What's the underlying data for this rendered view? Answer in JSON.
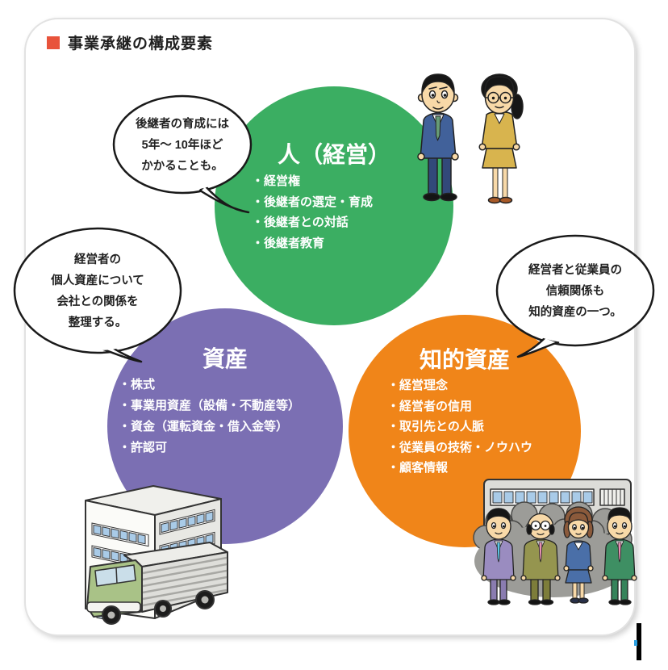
{
  "header": {
    "title": "事業承継の構成要素"
  },
  "colors": {
    "title_bullet": "#e8533b",
    "circle_green": "#3bae62",
    "circle_purple": "#7b6fb3",
    "circle_orange": "#f08519",
    "circle_text": "#ffffff",
    "bubble_border": "#1a1a1a",
    "bubble_text": "#222222"
  },
  "circles": [
    {
      "name": "people-management",
      "heading": "人（経営）",
      "items": [
        "・経営権",
        "・後継者の選定・育成",
        "・後継者との対話",
        "・後継者教育"
      ]
    },
    {
      "name": "assets",
      "heading": "資産",
      "items": [
        "・株式",
        "・事業用資産（設備・不動産等）",
        "・資金（運転資金・借入金等）",
        "・許認可"
      ]
    },
    {
      "name": "intellectual-assets",
      "heading": "知的資産",
      "items": [
        "・経営理念",
        "・経営者の信用",
        "・取引先との人脈",
        "・従業員の技術・ノウハウ",
        "・顧客情報"
      ]
    }
  ],
  "speech_bubbles": [
    {
      "lines": [
        "後継者の育成には",
        "5年〜 10年ほど",
        "かかることも。"
      ]
    },
    {
      "lines": [
        "経営者の",
        "個人資産について",
        "会社との関係を",
        "整理する。"
      ]
    },
    {
      "lines": [
        "経営者と従業員の",
        "信頼関係も",
        "知的資産の一つ。"
      ]
    }
  ],
  "illustrations": {
    "top_right": "businessman-and-businesswoman",
    "bottom_left": "office-building-and-delivery-truck",
    "bottom_right": "factory-and-employees"
  }
}
